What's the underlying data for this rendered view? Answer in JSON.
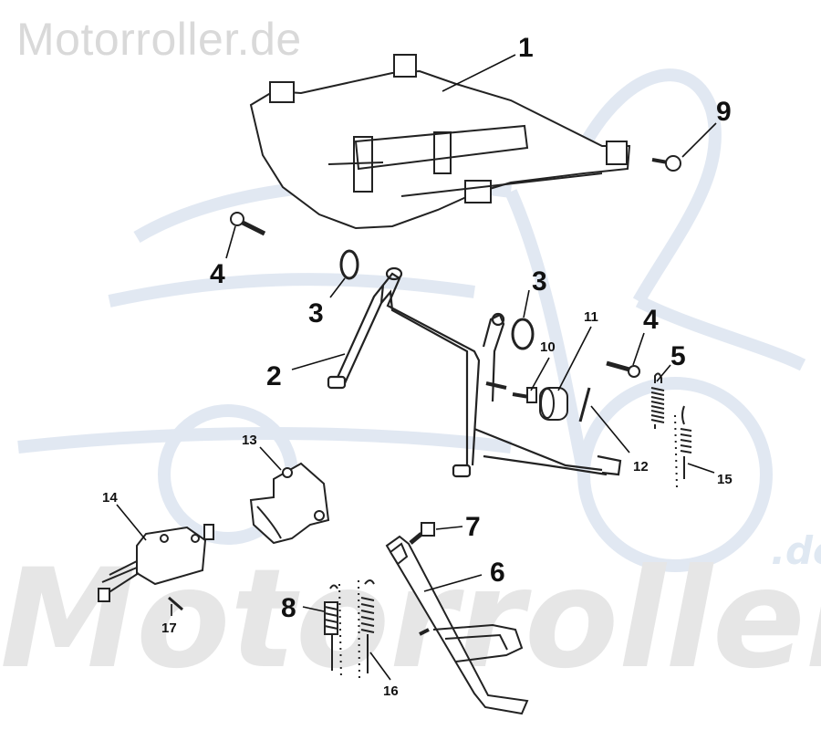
{
  "watermark": {
    "top_text": "Motorroller.de",
    "bottom_text": "Motorroller",
    "suffix": ".de",
    "logo_color": "#c9d6e8",
    "text_color": "#dddddd"
  },
  "callouts": [
    {
      "id": "c1",
      "label": "1"
    },
    {
      "id": "c2",
      "label": "2"
    },
    {
      "id": "c3a",
      "label": "3"
    },
    {
      "id": "c3b",
      "label": "3"
    },
    {
      "id": "c4a",
      "label": "4"
    },
    {
      "id": "c4b",
      "label": "4"
    },
    {
      "id": "c5",
      "label": "5"
    },
    {
      "id": "c6",
      "label": "6"
    },
    {
      "id": "c7",
      "label": "7"
    },
    {
      "id": "c8",
      "label": "8"
    },
    {
      "id": "c9",
      "label": "9"
    },
    {
      "id": "c10",
      "label": "10"
    },
    {
      "id": "c11",
      "label": "11"
    },
    {
      "id": "c12",
      "label": "12"
    },
    {
      "id": "c13",
      "label": "13"
    },
    {
      "id": "c14",
      "label": "14"
    },
    {
      "id": "c15",
      "label": "15"
    },
    {
      "id": "c16",
      "label": "16"
    },
    {
      "id": "c17",
      "label": "17"
    }
  ]
}
